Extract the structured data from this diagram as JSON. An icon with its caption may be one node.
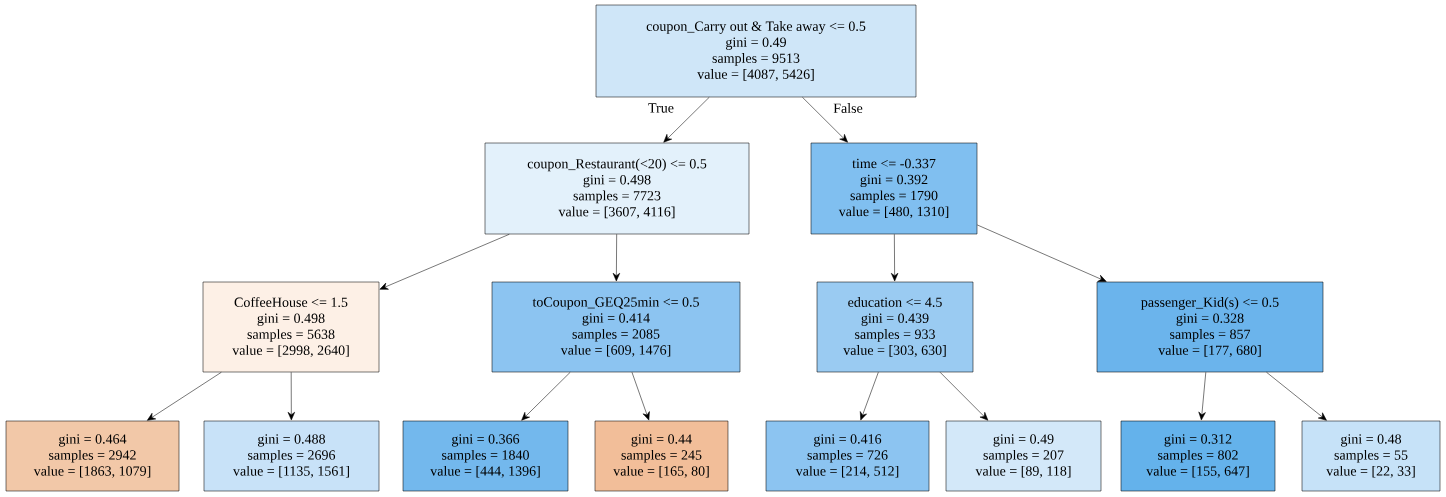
{
  "diagram": {
    "nodes": [
      {
        "text": [
          "coupon_Carry out & Take away <= 0.5",
          "gini = 0.49",
          "samples = 9513",
          "value = [4087, 5426]"
        ]
      },
      {
        "text": [
          "coupon_Restaurant(<20) <= 0.5",
          "gini = 0.498",
          "samples = 7723",
          "value = [3607, 4116]"
        ]
      },
      {
        "text": [
          "time <= -0.337",
          "gini = 0.392",
          "samples = 1790",
          "value = [480, 1310]"
        ]
      },
      {
        "text": [
          "CoffeeHouse <= 1.5",
          "gini = 0.498",
          "samples = 5638",
          "value = [2998, 2640]"
        ]
      },
      {
        "text": [
          "toCoupon_GEQ25min <= 0.5",
          "gini = 0.414",
          "samples = 2085",
          "value = [609, 1476]"
        ]
      },
      {
        "text": [
          "education <= 4.5",
          "gini = 0.439",
          "samples = 933",
          "value = [303, 630]"
        ]
      },
      {
        "text": [
          "passenger_Kid(s) <= 0.5",
          "gini = 0.328",
          "samples = 857",
          "value = [177, 680]"
        ]
      },
      {
        "text": [
          "gini = 0.464",
          "samples = 2942",
          "value = [1863, 1079]"
        ]
      },
      {
        "text": [
          "gini = 0.488",
          "samples = 2696",
          "value = [1135, 1561]"
        ]
      },
      {
        "text": [
          "gini = 0.366",
          "samples = 1840",
          "value = [444, 1396]"
        ]
      },
      {
        "text": [
          "gini = 0.44",
          "samples = 245",
          "value = [165, 80]"
        ]
      },
      {
        "text": [
          "gini = 0.416",
          "samples = 726",
          "value = [214, 512]"
        ]
      },
      {
        "text": [
          "gini = 0.49",
          "samples = 207",
          "value = [89, 118]"
        ]
      },
      {
        "text": [
          "gini = 0.312",
          "samples = 802",
          "value = [155, 647]"
        ]
      },
      {
        "text": [
          "gini = 0.48",
          "samples = 55",
          "value = [22, 33]"
        ]
      }
    ],
    "edges": [
      {
        "from": 0,
        "to": 1,
        "arrow": "to",
        "label": "True"
      },
      {
        "from": 0,
        "to": 2,
        "arrow": "to",
        "label": "False"
      },
      {
        "from": 1,
        "to": 3,
        "arrow": "to"
      },
      {
        "from": 1,
        "to": 4,
        "arrow": "to"
      },
      {
        "from": 2,
        "to": 5,
        "arrow": "to"
      },
      {
        "from": 2,
        "to": 6,
        "arrow": "to"
      },
      {
        "from": 3,
        "to": 7,
        "arrow": "to"
      },
      {
        "from": 3,
        "to": 8,
        "arrow": "to"
      },
      {
        "from": 4,
        "to": 9,
        "arrow": "to"
      },
      {
        "from": 4,
        "to": 10,
        "arrow": "to"
      },
      {
        "from": 5,
        "to": 11,
        "arrow": "to"
      },
      {
        "from": 5,
        "to": 12,
        "arrow": "to"
      },
      {
        "from": 6,
        "to": 13,
        "arrow": "to"
      },
      {
        "from": 6,
        "to": 14,
        "arrow": "to"
      }
    ]
  }
}
